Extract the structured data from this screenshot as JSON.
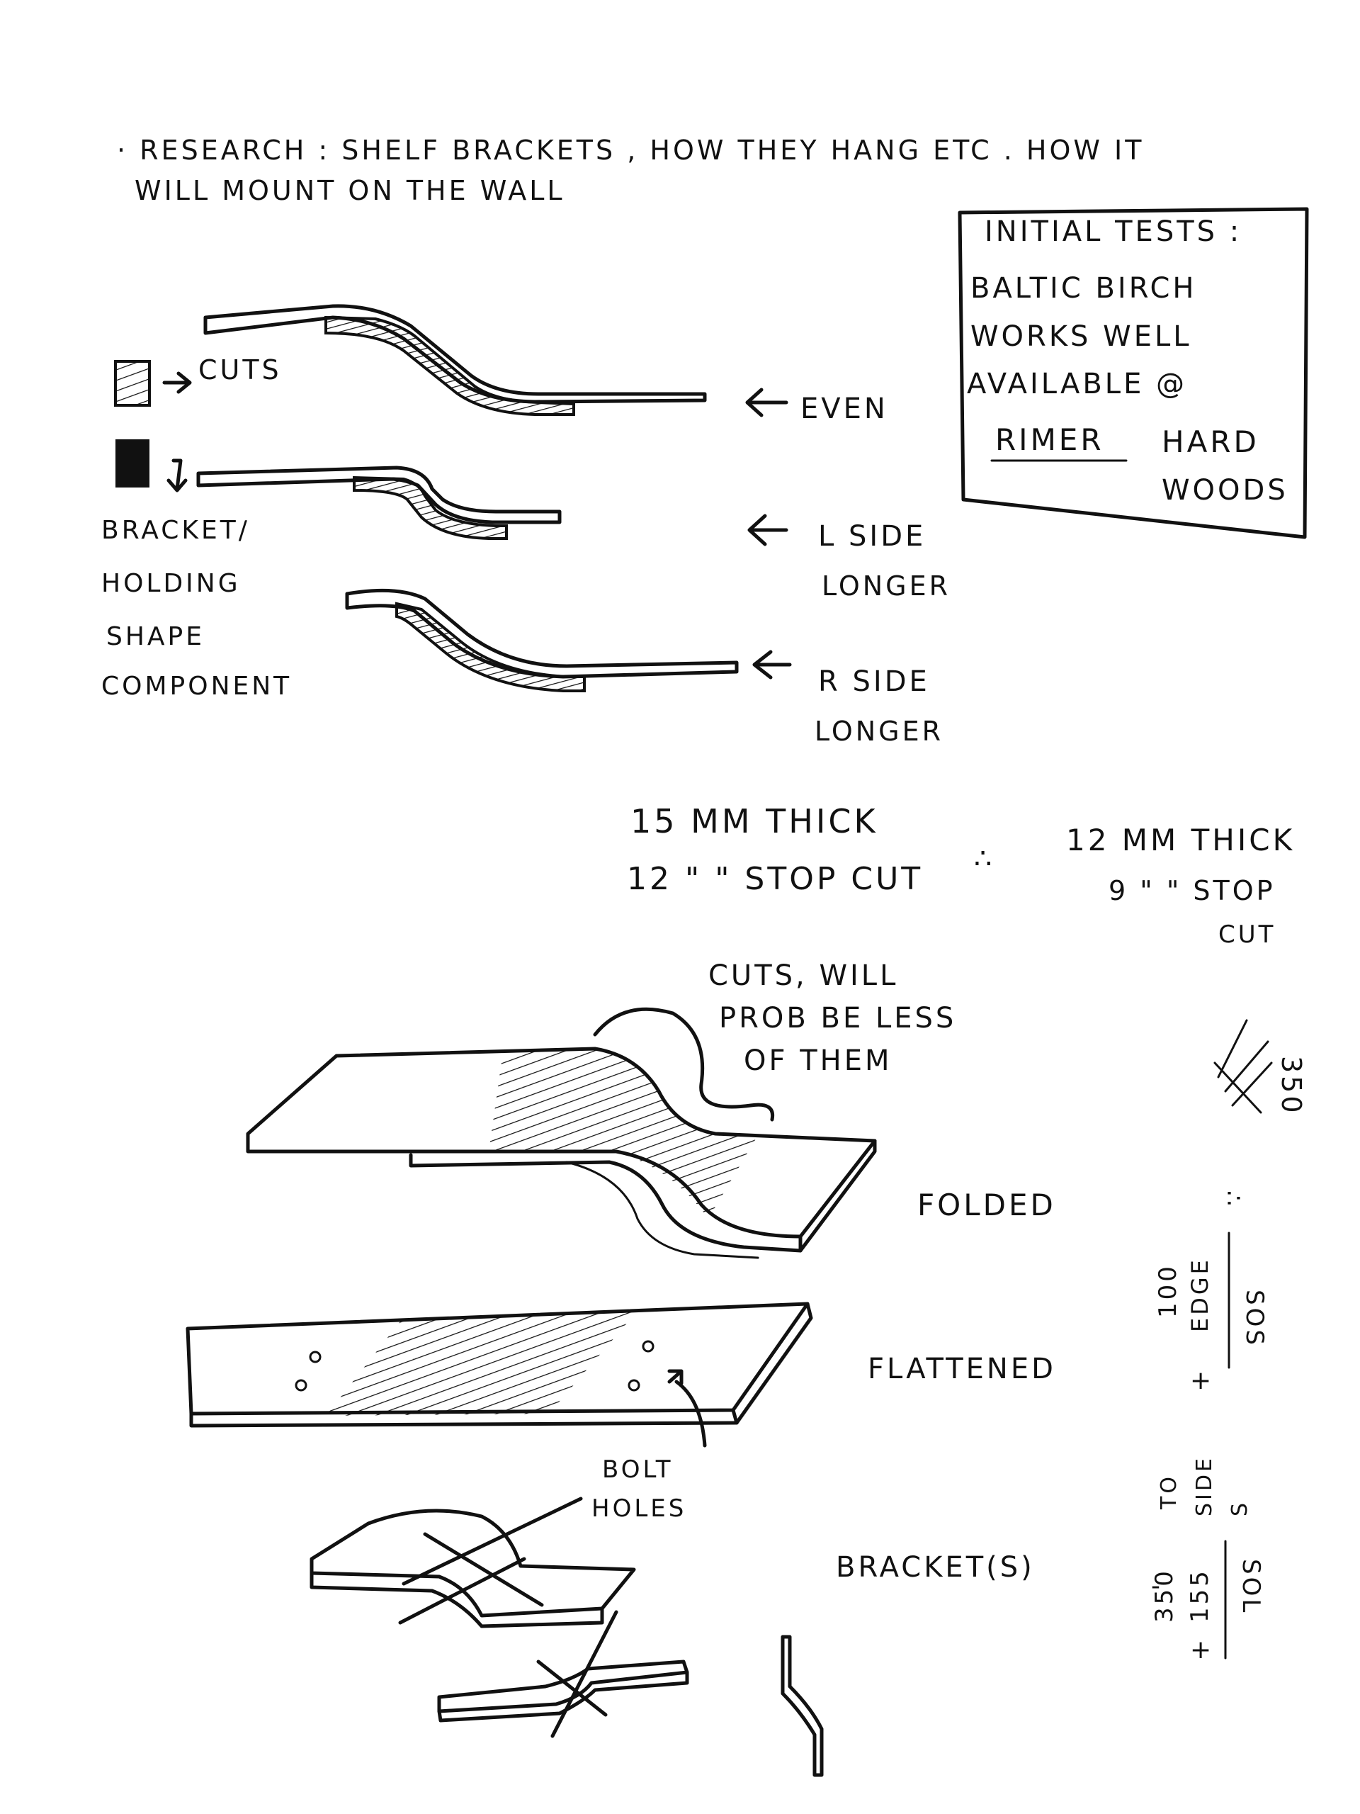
{
  "page": {
    "header": {
      "line1": "· RESEARCH : SHELF BRACKETS , HOW THEY HANG ETC . HOW IT",
      "line2": "WILL MOUNT ON THE WALL"
    },
    "tests_box": {
      "lines": [
        "INITIAL TESTS :",
        "BALTIC BIRCH",
        "WORKS WELL",
        "AVAILABLE @",
        "RIMER",
        "HARD",
        "WOODS"
      ]
    },
    "profiles": {
      "cuts_label": "CUTS",
      "bracket_label": [
        "BRACKET/",
        "HOLDING",
        "SHAPE",
        "COMPONENT"
      ],
      "even_label": "EVEN",
      "l_side_label": [
        "L SIDE",
        "LONGER"
      ],
      "r_side_label": [
        "R SIDE",
        "LONGER"
      ]
    },
    "thickness": {
      "left_line1": "15 MM THICK",
      "left_line2": "12 \" \" STOP CUT",
      "therefore": "∴",
      "right_line1": "12 MM THICK",
      "right_line2": "9 \" \" STOP",
      "right_line3": "CUT"
    },
    "cuts_note": [
      "CUTS, WILL",
      "PROB BE LESS",
      "OF THEM"
    ],
    "views": {
      "folded": "FOLDED",
      "flattened": "FLATTENED",
      "bolt_holes": [
        "BOLT",
        "HOLES"
      ],
      "bracket": "BRACKET(S)"
    },
    "margin_calcs": {
      "calc1": "350",
      "therefore": "∴",
      "calc2_top": "100",
      "calc2_mid": "EDGE",
      "calc2_right": "SOS",
      "calc2_plus": "+",
      "calc3_a": "TO",
      "calc3_b": "SIDE",
      "calc3_c": "S",
      "calc3_d": "350",
      "calc3_e": "155",
      "calc3_f": "SOL",
      "calc3_minus": "-",
      "calc3_plus": "+"
    }
  }
}
